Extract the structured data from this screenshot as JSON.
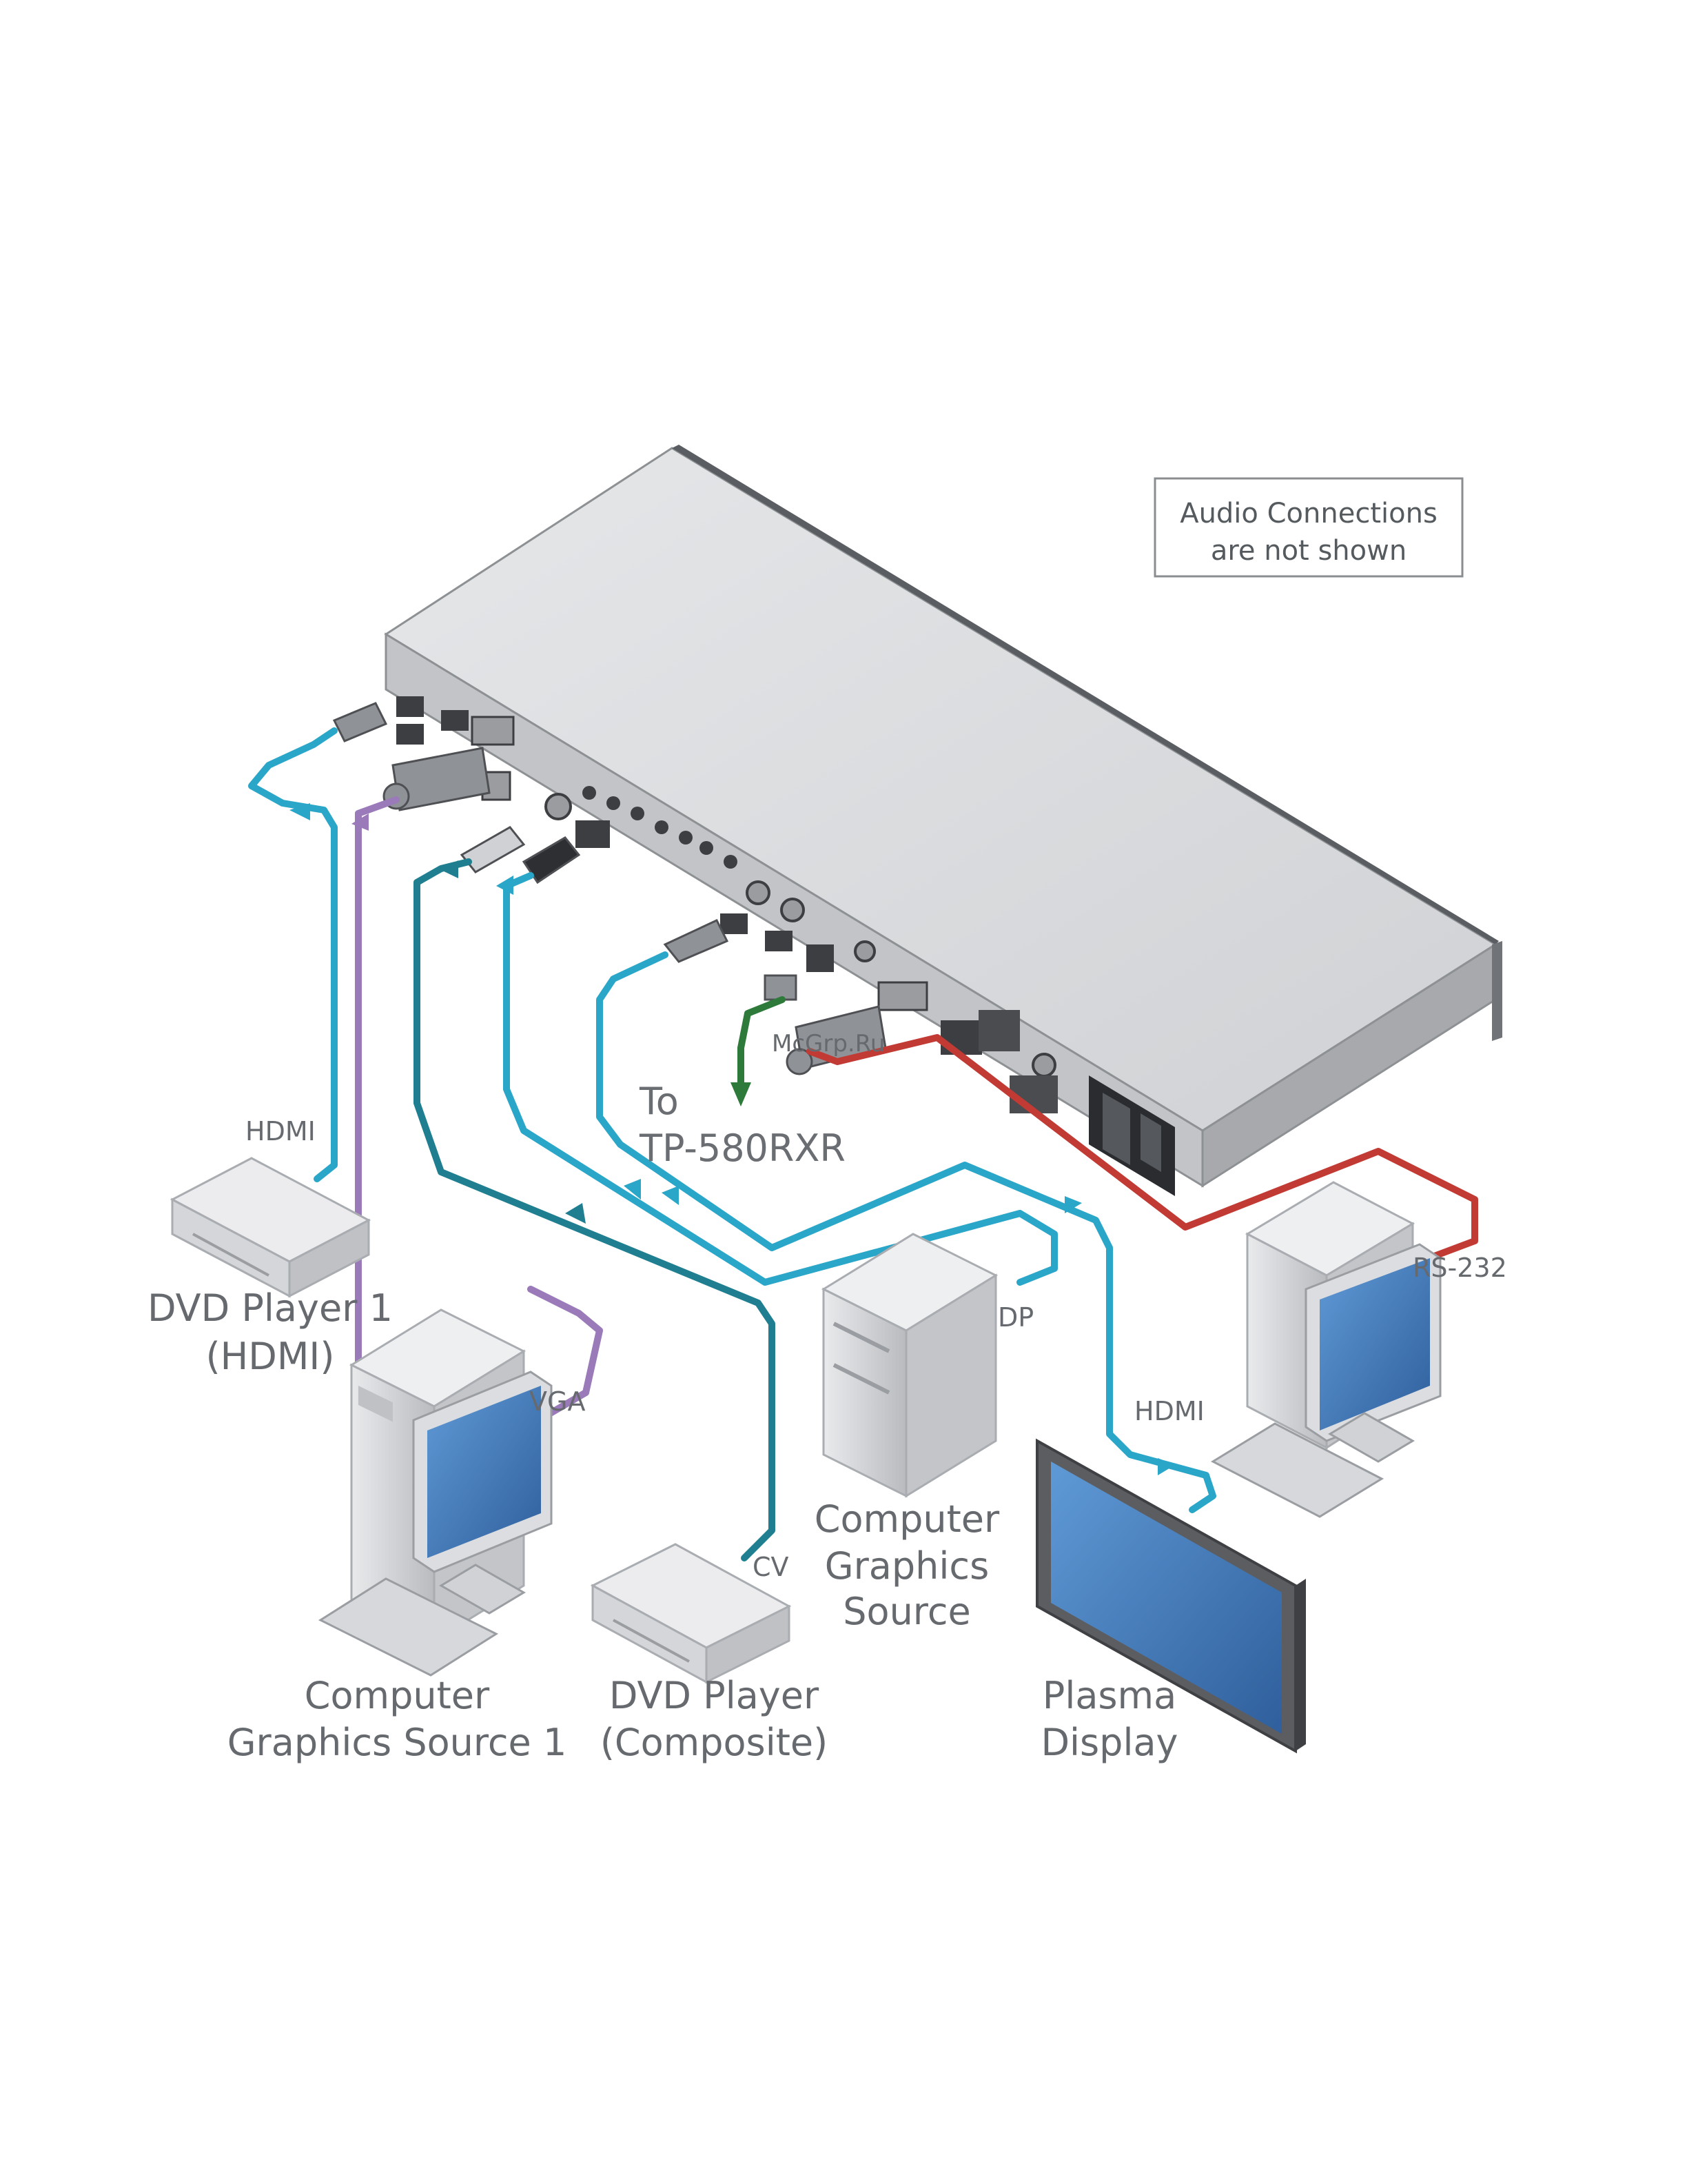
{
  "note": {
    "line1": "Audio Connections",
    "line2": "are not shown"
  },
  "watermark": "McGrp.Ru",
  "cables": {
    "hdmi_in": "HDMI",
    "vga": "VGA",
    "cv": "CV",
    "dp": "DP",
    "hdmi_out": "HDMI",
    "rs232": "RS-232"
  },
  "to_label": {
    "line1": "To",
    "line2": "TP-580RXR"
  },
  "devices": {
    "dvd1": {
      "line1": "DVD Player 1",
      "line2": "(HDMI)"
    },
    "pc1": {
      "line1": "Computer",
      "line2": "Graphics Source 1"
    },
    "dvd2": {
      "line1": "DVD Player",
      "line2": "(Composite)"
    },
    "pc2": {
      "line1": "Computer",
      "line2": "Graphics",
      "line3": "Source"
    },
    "plasma": {
      "line1": "Plasma",
      "line2": "Display"
    }
  },
  "colors": {
    "hdmi_cable": "#2aa6c8",
    "vga_cable": "#9a7ab8",
    "cv_cable": "#1f7f90",
    "rs232_cable": "#c23a34",
    "tp_cable": "#2d7a3a",
    "device_body": "#d8d9db",
    "screen_blue": "#4c87c8"
  }
}
